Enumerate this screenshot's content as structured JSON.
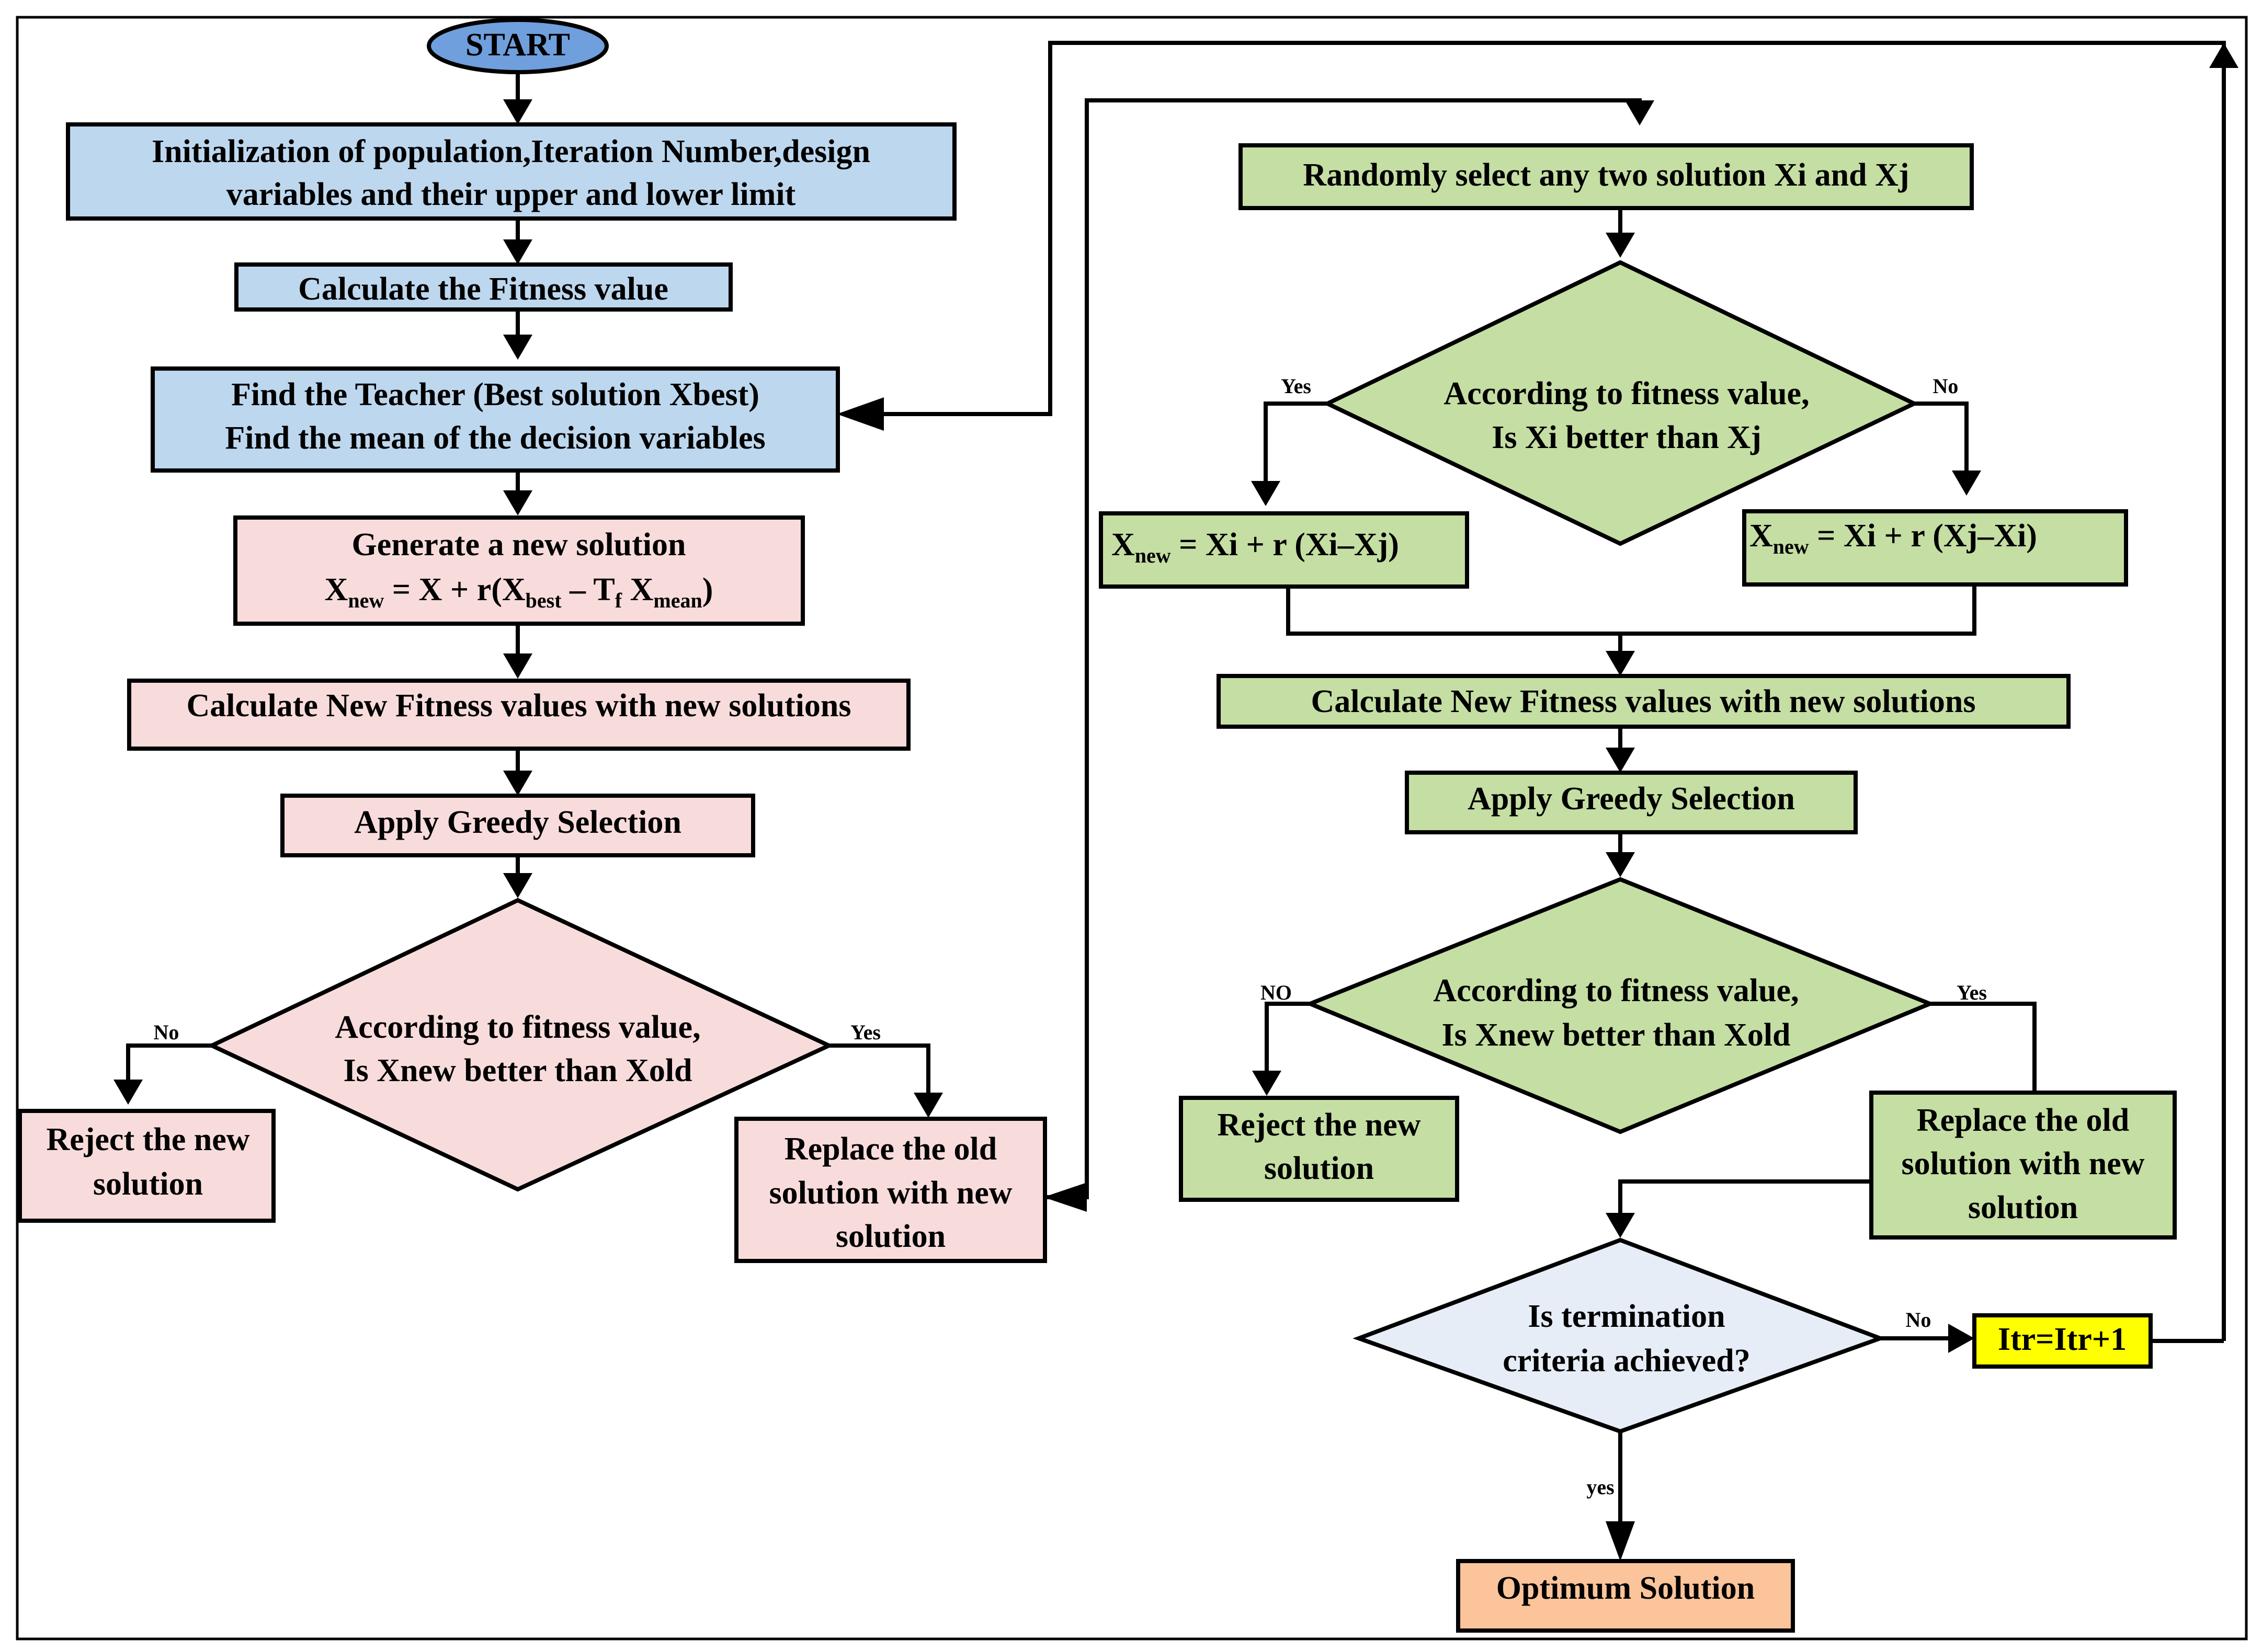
{
  "colors": {
    "blue": "#bdd7ee",
    "pink": "#f8dcdb",
    "green": "#c5dea3",
    "lightblue": "#e6edf6",
    "yellow": "#ffff00",
    "orange": "#fbc49a",
    "start": "#6f9fdc"
  },
  "teacher": {
    "start": "START",
    "init_line1": "Initialization of population,Iteration Number,design",
    "init_line2": "variables and their upper and lower limit",
    "calc_fitness": "Calculate the Fitness value",
    "find_teacher_line1": "Find the Teacher (Best solution Xbest)",
    "find_teacher_line2": "Find the mean of the decision variables",
    "generate_line1": "Generate a new solution",
    "formula": {
      "x": "X",
      "x_sub": "new",
      "eq": " = X + r(X",
      "best_sub": "best",
      "minus": " – T",
      "tf_sub": "f",
      "xm": " X",
      "mean_sub": "mean",
      "close": ")"
    },
    "calc_new_fitness": "Calculate New Fitness values with new solutions",
    "greedy": "Apply Greedy Selection",
    "decision_line1": "According to fitness value,",
    "decision_line2": "Is Xnew better than Xold",
    "no": "No",
    "yes": "Yes",
    "reject_line1": "Reject the new",
    "reject_line2": "solution",
    "replace_line1": "Replace the old",
    "replace_line2": "solution with new",
    "replace_line3": "solution"
  },
  "learner": {
    "random_select": "Randomly select any two solution Xi and Xj",
    "decision_line1": "According to fitness value,",
    "decision_line2": "Is Xi better than Xj",
    "yes": "Yes",
    "no": "No",
    "left_formula": {
      "x": "X",
      "sub": "new",
      "rest": " = Xi + r (Xi–Xj)"
    },
    "right_formula": {
      "x": "X",
      "sub": "new",
      "rest": " = Xi + r (Xj–Xi)"
    },
    "calc_new_fitness": "Calculate New Fitness values with new solutions",
    "greedy": "Apply Greedy Selection",
    "decision2_line1": "According to fitness value,",
    "decision2_line2": "Is Xnew better than Xold",
    "no2": "NO",
    "yes2": "Yes",
    "reject_line1": "Reject the new",
    "reject_line2": "solution",
    "replace_line1": "Replace the old",
    "replace_line2": "solution with new",
    "replace_line3": "solution"
  },
  "termination": {
    "line1": "Is termination",
    "line2": "criteria achieved?",
    "no": "No",
    "yes": "yes",
    "increment": "Itr=Itr+1",
    "optimum": "Optimum Solution"
  }
}
